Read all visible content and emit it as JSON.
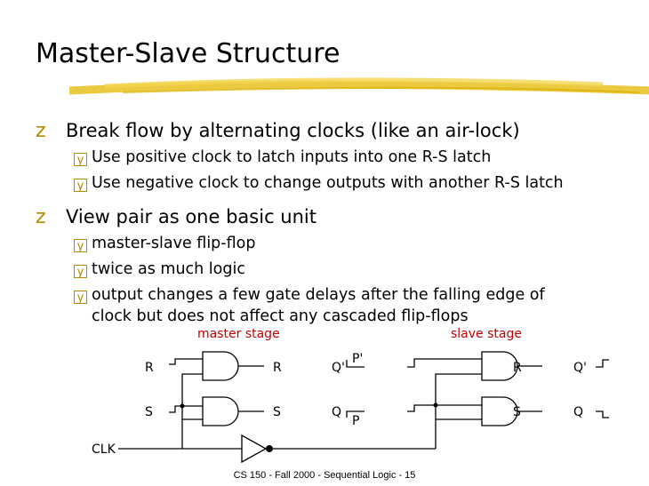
{
  "slide": {
    "title": "Master-Slave Structure",
    "bullets": [
      {
        "mark": "z",
        "text": "Break flow by alternating clocks (like an air-lock)",
        "sub": [
          {
            "mark": "y",
            "text": "Use positive clock to latch inputs into one R-S latch"
          },
          {
            "mark": "y",
            "text": "Use negative clock to change outputs with another R-S latch"
          }
        ]
      },
      {
        "mark": "z",
        "text": "View pair as one basic unit",
        "sub": [
          {
            "mark": "y",
            "text": "master-slave flip-flop"
          },
          {
            "mark": "y",
            "text": "twice as much logic"
          },
          {
            "mark": "y",
            "text": "output changes a few gate delays after the falling edge of"
          }
        ],
        "continuation": "clock but does not affect any cascaded flip-flops"
      }
    ],
    "footer": "CS 150 - Fall 2000 - Sequential Logic - 15",
    "accent_color": "#e8c020",
    "bullet_color": "#b58a00",
    "stage_label_color": "#c00000"
  },
  "diagram": {
    "master_label": "master stage",
    "slave_label": "slave stage",
    "signals": {
      "master_r_in": "R",
      "master_s_in": "S",
      "master_r_out": "R",
      "master_s_out": "S",
      "master_q_bar": "Q'",
      "master_q": "Q",
      "p_bar": "P'",
      "p": "P",
      "slave_r": "R",
      "slave_s": "S",
      "slave_q_bar": "Q'",
      "slave_q": "Q",
      "clk": "CLK"
    }
  }
}
